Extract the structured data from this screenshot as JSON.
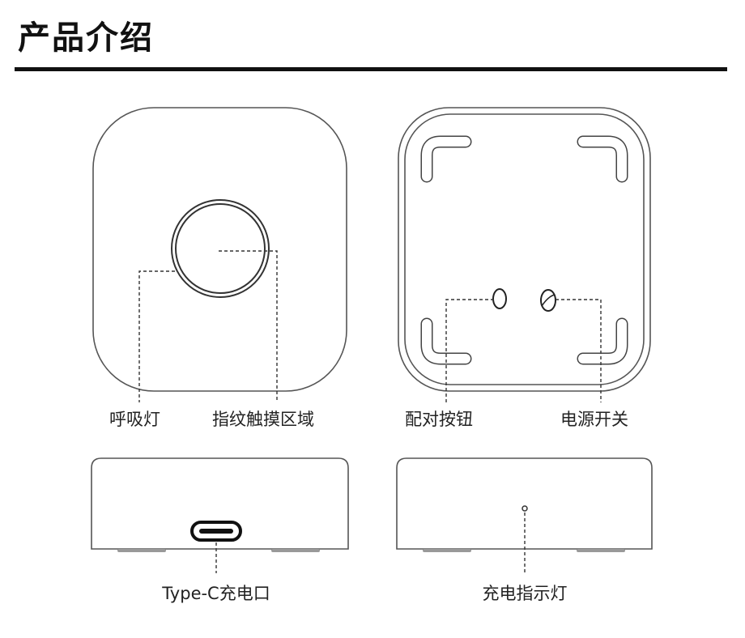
{
  "title": "产品介绍",
  "labels": {
    "breathing_light": "呼吸灯",
    "fingerprint_area": "指纹触摸区域",
    "pairing_button": "配对按钮",
    "power_switch": "电源开关",
    "typec_port": "Type-C充电口",
    "charge_indicator": "充电指示灯"
  }
}
